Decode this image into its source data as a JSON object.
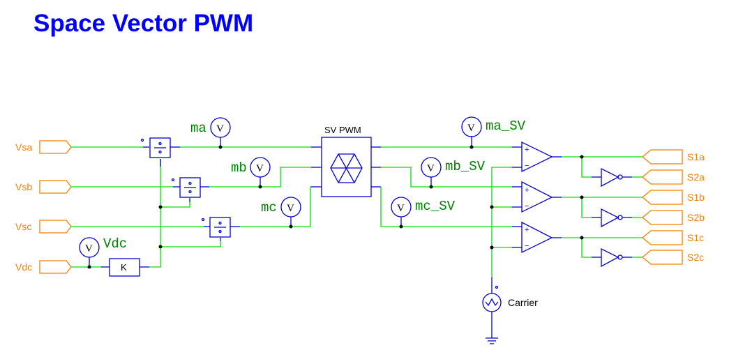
{
  "title": "Space Vector PWM",
  "inputs": [
    {
      "label": "Vsa"
    },
    {
      "label": "Vsb"
    },
    {
      "label": "Vsc"
    },
    {
      "label": "Vdc"
    }
  ],
  "outputs": [
    {
      "label": "S1a"
    },
    {
      "label": "S2a"
    },
    {
      "label": "S1b"
    },
    {
      "label": "S2b"
    },
    {
      "label": "S1c"
    },
    {
      "label": "S2c"
    }
  ],
  "voltmeters": {
    "symbol": "V",
    "labels": {
      "ma": "ma",
      "mb": "mb",
      "mc": "mc",
      "vdc": "Vdc",
      "ma_sv": "ma_SV",
      "mb_sv": "mb_SV",
      "mc_sv": "mc_SV"
    }
  },
  "blocks": {
    "svpwm": "SV PWM",
    "gain": "K",
    "carrier": "Carrier",
    "comparator_plus": "+",
    "comparator_minus": "−"
  },
  "colors": {
    "title": "#0000ff",
    "wire": "#00e000",
    "component": "#0000cc",
    "port": "#f08000",
    "label": "#008000"
  }
}
